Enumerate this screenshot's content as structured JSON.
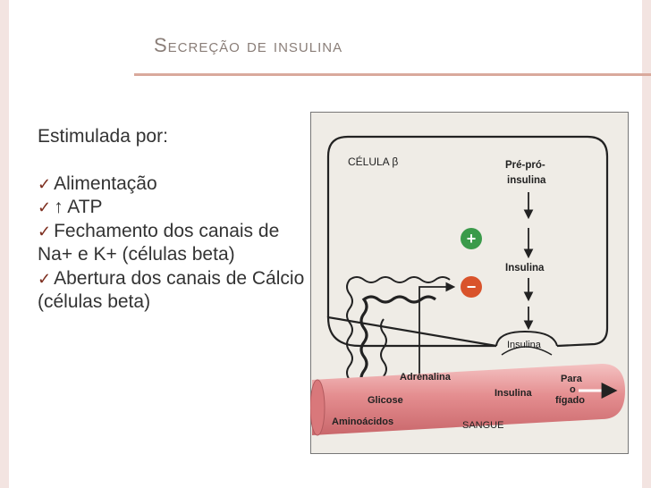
{
  "title": "Secreção de insulina",
  "body": {
    "lead": "Estimulada por:",
    "bullets": [
      "Alimentação",
      "↑ ATP",
      "Fechamento dos canais de Na+ e K+ (células beta)",
      "Abertura dos canais de Cálcio (células beta)"
    ]
  },
  "diagram": {
    "cell_label": "CÉLULA β",
    "pre_pro_insulin_1": "Pré-pró-",
    "pre_pro_insulin_2": "insulina",
    "insulin_mid": "Insulina",
    "insulin_vesicle": "Insulina",
    "adrenaline": "Adrenalina",
    "glucose": "Glicose",
    "amino_acids": "Aminoácidos",
    "blood": "SANGUE",
    "insulin_blood": "Insulina",
    "to_liver_1": "Para",
    "to_liver_2": "o",
    "to_liver_3": "fígado",
    "plus_sign": "+",
    "minus_sign": "−"
  },
  "colors": {
    "title": "#8a7e78",
    "accent_line": "#d9a99c",
    "check": "#7d2e1f",
    "plus": "#3a9a4a",
    "minus": "#d9532b",
    "vessel": "#e7a0a0"
  }
}
